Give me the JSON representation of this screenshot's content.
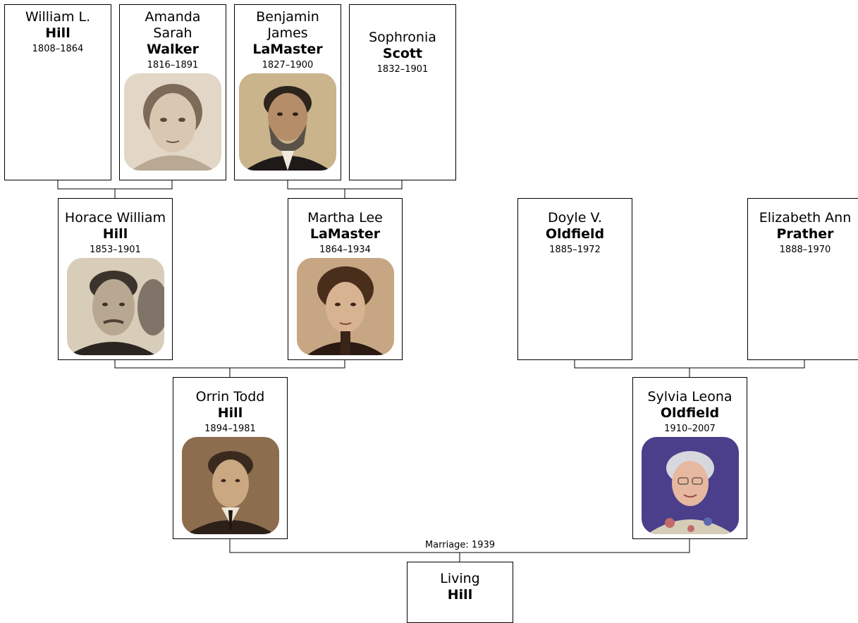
{
  "people": {
    "william": {
      "given": "William L.",
      "surname": "Hill",
      "years": "1808–1864"
    },
    "amanda": {
      "given": "Amanda\nSarah",
      "surname": "Walker",
      "years": "1816–1891"
    },
    "benjamin": {
      "given": "Benjamin\nJames",
      "surname": "LaMaster",
      "years": "1827–1900"
    },
    "sophronia": {
      "given": "Sophronia",
      "surname": "Scott",
      "years": "1832–1901"
    },
    "horace": {
      "given": "Horace William",
      "surname": "Hill",
      "years": "1853–1901"
    },
    "martha": {
      "given": "Martha Lee",
      "surname": "LaMaster",
      "years": "1864–1934"
    },
    "doyle": {
      "given": "Doyle V.",
      "surname": "Oldfield",
      "years": "1885–1972"
    },
    "elizabeth": {
      "given": "Elizabeth Ann",
      "surname": "Prather",
      "years": "1888–1970"
    },
    "orrin": {
      "given": "Orrin Todd",
      "surname": "Hill",
      "years": "1894–1981"
    },
    "sylvia": {
      "given": "Sylvia Leona",
      "surname": "Oldfield",
      "years": "1910–2007"
    },
    "living": {
      "given": "Living",
      "surname": "Hill",
      "years": ""
    }
  },
  "marriage": {
    "label": "Marriage: 1939"
  }
}
